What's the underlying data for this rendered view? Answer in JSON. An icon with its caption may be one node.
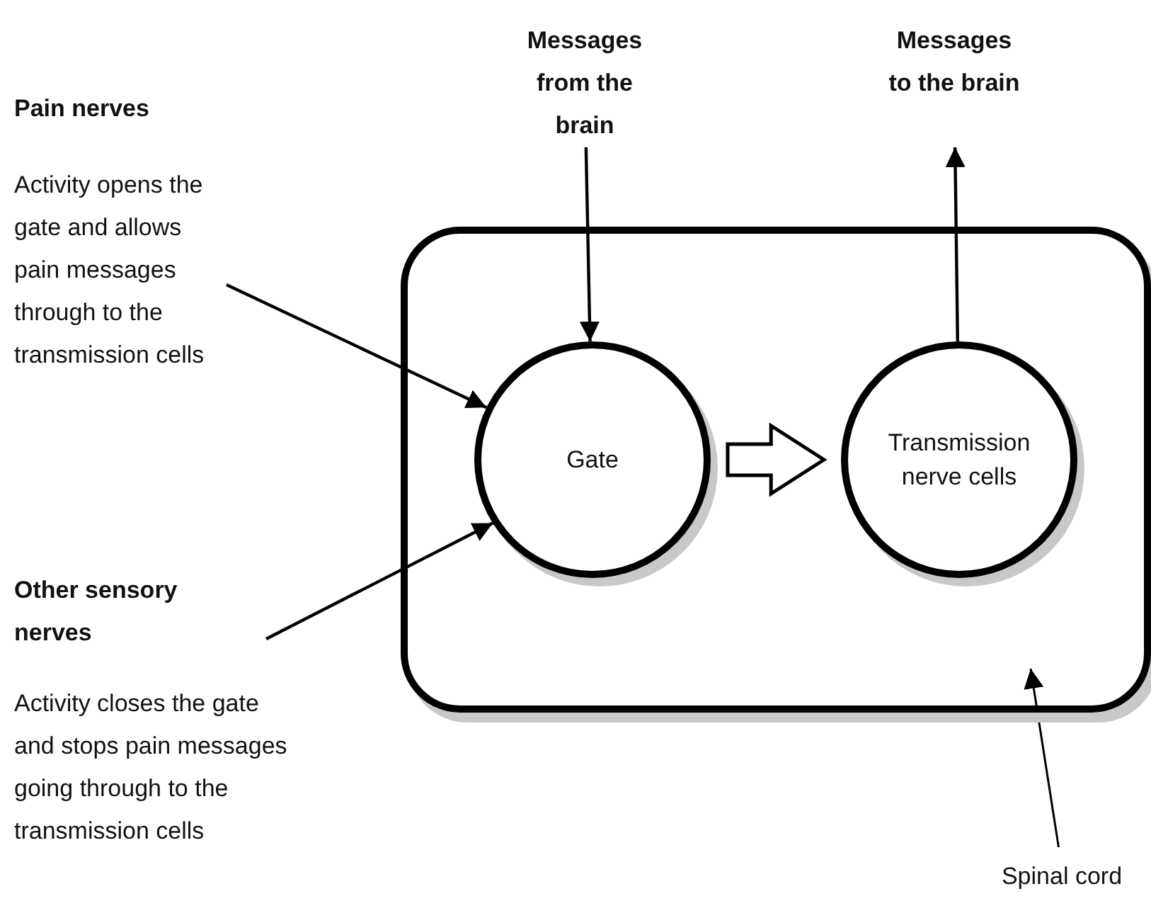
{
  "diagram": {
    "nodes": [
      {
        "text": [],
        "shape": "box"
      },
      {
        "text": [
          "Gate"
        ],
        "in": 0
      },
      {
        "text": [
          "Transmission nerve cells"
        ],
        "in": 0
      },
      {
        "text": [
          "Messages from the brain"
        ]
      },
      {
        "text": [
          "Messages to the brain"
        ]
      },
      {
        "text": [
          "Pain nerves",
          "Activity opens the gate and allows pain messages through to the transmission cells"
        ]
      },
      {
        "text": [
          "Other sensory nerves",
          "Activity closes the gate and stops pain messages going through to the transmission cells"
        ]
      },
      {
        "text": [
          "Spinal cord"
        ]
      }
    ],
    "edges": [
      {
        "from": 3,
        "to": 1,
        "arrow": "to"
      },
      {
        "from": 2,
        "to": 4,
        "arrow": "to"
      },
      {
        "from": 5,
        "to": 1,
        "arrow": "to"
      },
      {
        "from": 6,
        "to": 1,
        "arrow": "to"
      },
      {
        "from": 1,
        "to": 2,
        "arrow": "to",
        "style": "thick"
      },
      {
        "from": 7,
        "to": 0,
        "arrow": "to"
      }
    ]
  }
}
